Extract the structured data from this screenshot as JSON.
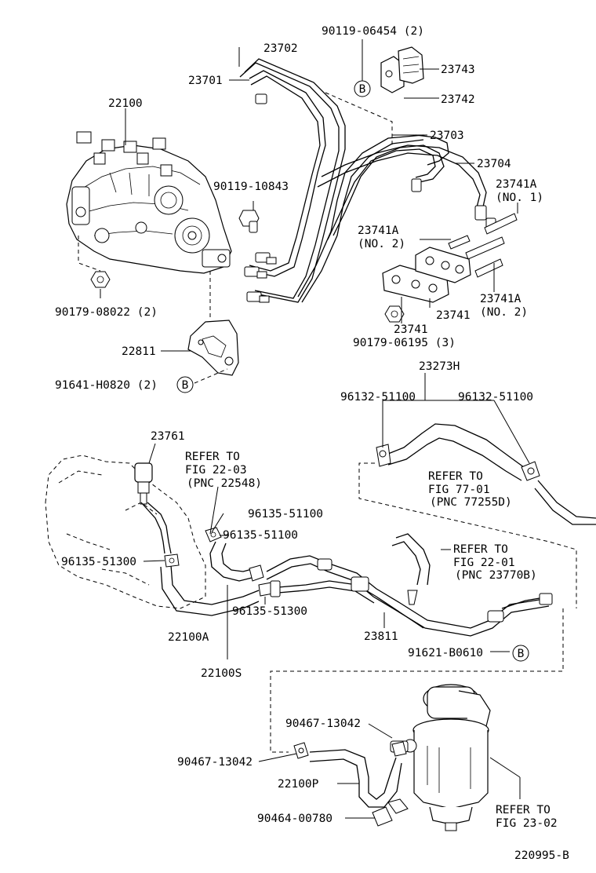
{
  "labels": {
    "p23702": "23702",
    "p23701": "23701",
    "p90119_06454": "90119-06454 (2)",
    "p23743": "23743",
    "p23742": "23742",
    "p22100": "22100",
    "p23703": "23703",
    "p23704": "23704",
    "p90119_10843": "90119-10843",
    "p23741a_no1": "23741A",
    "no1": "(NO. 1)",
    "p23741a_no2_top": "23741A",
    "no2_top": "(NO. 2)",
    "p23741a_no2_right": "23741A",
    "no2_right": "(NO. 2)",
    "p90179_08022": "90179-08022 (2)",
    "p23741_a": "23741",
    "p23741_b": "23741",
    "p90179_06195": "90179-06195 (3)",
    "p22811": "22811",
    "p91641_h0820": "91641-H0820 (2)",
    "p23273h": "23273H",
    "p96132_left": "96132-51100",
    "p96132_right": "96132-51100",
    "p23761": "23761",
    "ref1_a": "REFER TO",
    "ref1_b": "FIG 22-03",
    "ref1_c": "(PNC 22548)",
    "ref2_a": "REFER TO",
    "ref2_b": "FIG 77-01",
    "ref2_c": "(PNC 77255D)",
    "p96135_51100_a": "96135-51100",
    "p96135_51100_b": "96135-51100",
    "p96135_51300_a": "96135-51300",
    "ref3_a": "REFER TO",
    "ref3_b": "FIG 22-01",
    "ref3_c": "(PNC 23770B)",
    "p22100a": "22100A",
    "p96135_51300_b": "96135-51300",
    "p23811": "23811",
    "p91621_b0610": "91621-B0610",
    "p22100s": "22100S",
    "p90467_right": "90467-13042",
    "p90467_left": "90467-13042",
    "p22100p": "22100P",
    "p90464_00780": "90464-00780",
    "ref4_a": "REFER TO",
    "ref4_b": "FIG 23-02",
    "code": "220995-B",
    "callout_b": "B"
  }
}
